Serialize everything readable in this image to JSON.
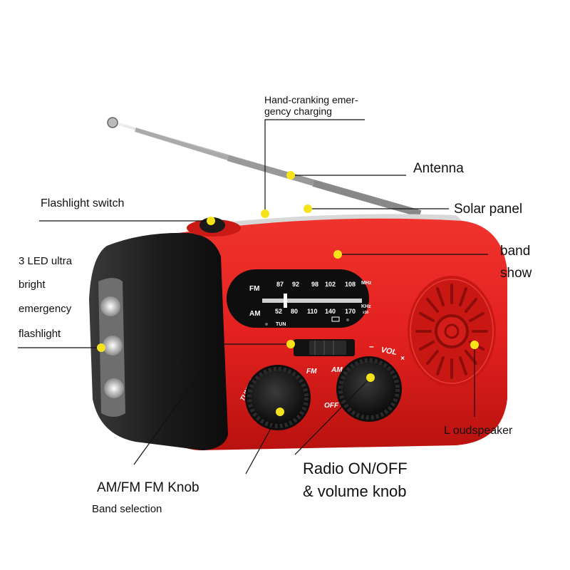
{
  "callouts": {
    "crank_line1": "Hand-cranking emer-",
    "crank_line2": "gency charging",
    "antenna": "Antenna",
    "flashlight_switch": "Flashlight switch",
    "solar_panel": "Solar panel",
    "band_show_line1": "band",
    "band_show_line2": "show",
    "led_line1": "3 LED ultra",
    "led_line2": "bright",
    "led_line3": "emergency",
    "led_line4": "flashlight",
    "loudspeaker": "L oudspeaker",
    "am_fm_knob": "AM/FM FM Knob",
    "band_selection": "Band selection",
    "radio_line1": "Radio ON/OFF",
    "radio_line2": "& volume knob"
  },
  "dial": {
    "fm_label": "FM",
    "am_label": "AM",
    "fm_values": [
      "87",
      "92",
      "98",
      "102",
      "108"
    ],
    "fm_unit": "MHz",
    "am_values": [
      "52",
      "80",
      "110",
      "140",
      "170"
    ],
    "am_unit": "KHz",
    "am_unit_sub": "x10",
    "tun_label": "TUN"
  },
  "panel": {
    "tuning_label": "TUNING",
    "fm_switch": "FM",
    "am_switch": "AM",
    "vol_label": "VOL",
    "off_label": "OFF",
    "minus": "–",
    "plus": "×"
  },
  "colors": {
    "body_red": "#e3211f",
    "dark_red": "#b8120f",
    "housing_black": "#1c1c1c",
    "marker_yellow": "#f7e31c"
  }
}
